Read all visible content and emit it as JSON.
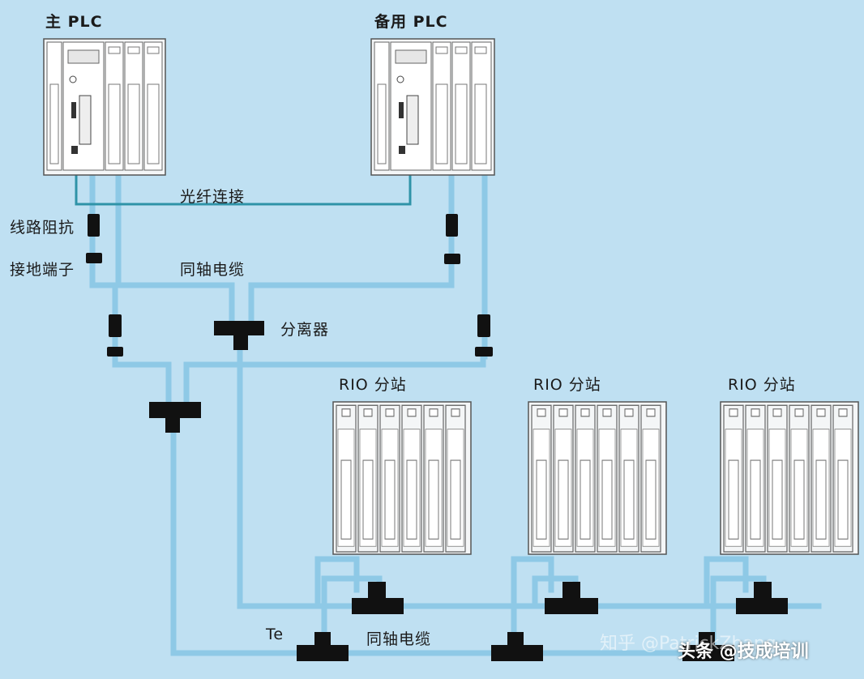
{
  "labels": {
    "main_plc": "主 PLC",
    "backup_plc": "备用 PLC",
    "fiber": "光纤连接",
    "line_impedance": "线路阻抗",
    "ground_terminal": "接地端子",
    "coax_top": "同轴电缆",
    "splitter": "分离器",
    "rio1": "RIO 分站",
    "rio2": "RIO 分站",
    "rio3": "RIO 分站",
    "te": "Te",
    "coax_bottom": "同轴电缆"
  },
  "watermark": {
    "zhihu": "知乎 @PatrickZhang",
    "toutiao": "头条 @技成培训"
  },
  "colors": {
    "background": "#bfe0f2",
    "cable": "#8ec9e6",
    "fiber": "#2f93a8",
    "connector": "#111111",
    "module_outline": "#555555"
  }
}
